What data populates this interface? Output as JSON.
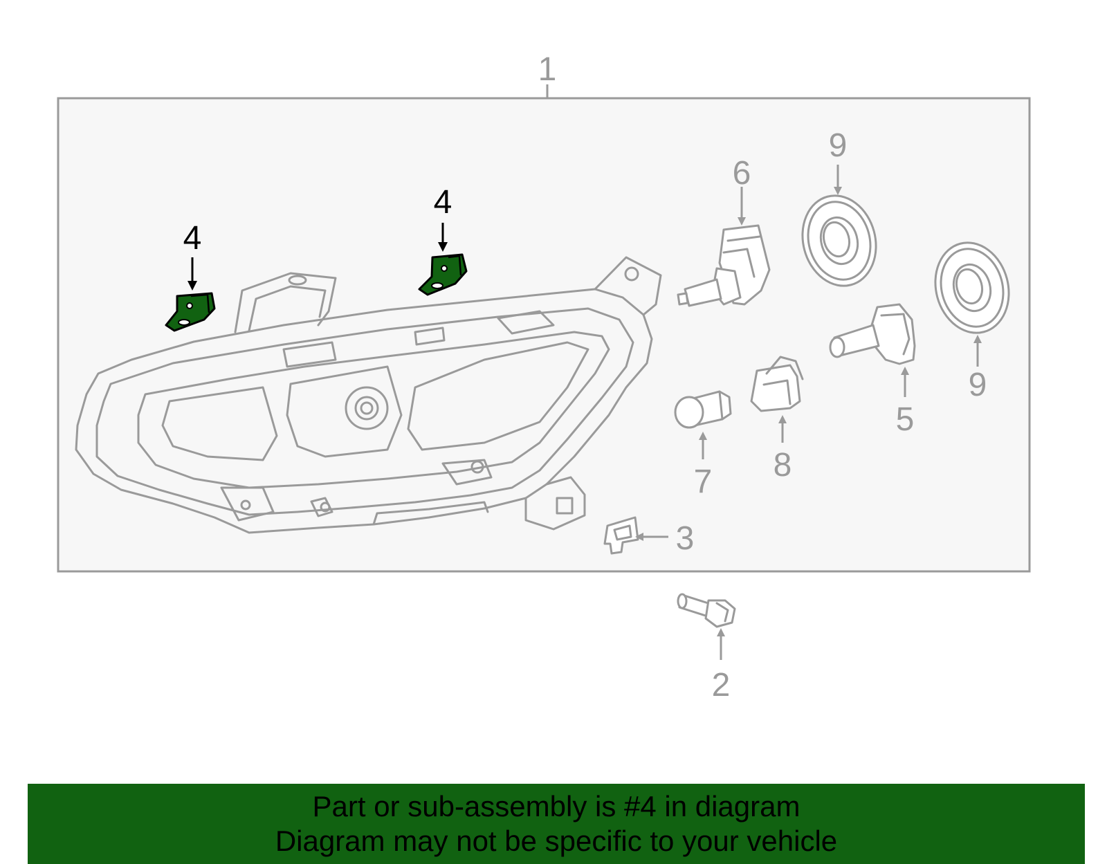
{
  "diagram": {
    "callouts": {
      "c1": "1",
      "c2": "2",
      "c3": "3",
      "c4a": "4",
      "c4b": "4",
      "c5": "5",
      "c6": "6",
      "c7": "7",
      "c8": "8",
      "c9a": "9",
      "c9b": "9"
    },
    "highlighted_part": "4",
    "colors": {
      "highlight": "#116211",
      "line_grey": "#9a9a9a",
      "frame_fill": "#f7f7f7"
    }
  },
  "banner": {
    "line1": "Part or sub-assembly is #4 in diagram",
    "line2": "Diagram may not be specific to your vehicle",
    "background": "#116211"
  }
}
